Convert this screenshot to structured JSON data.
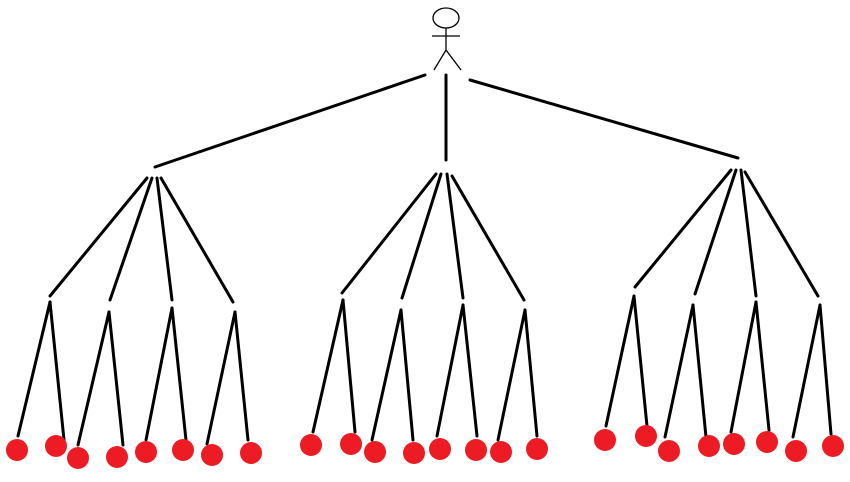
{
  "diagram": {
    "type": "tree",
    "root": {
      "icon": "person-icon"
    },
    "levels": {
      "branch_count": 3,
      "sub_branches_per_branch": 4,
      "leaves_per_sub_branch": 2,
      "total_leaves": 24
    },
    "colors": {
      "edge": "#000000",
      "leaf": "#ed1c24",
      "background": "#ffffff"
    }
  }
}
